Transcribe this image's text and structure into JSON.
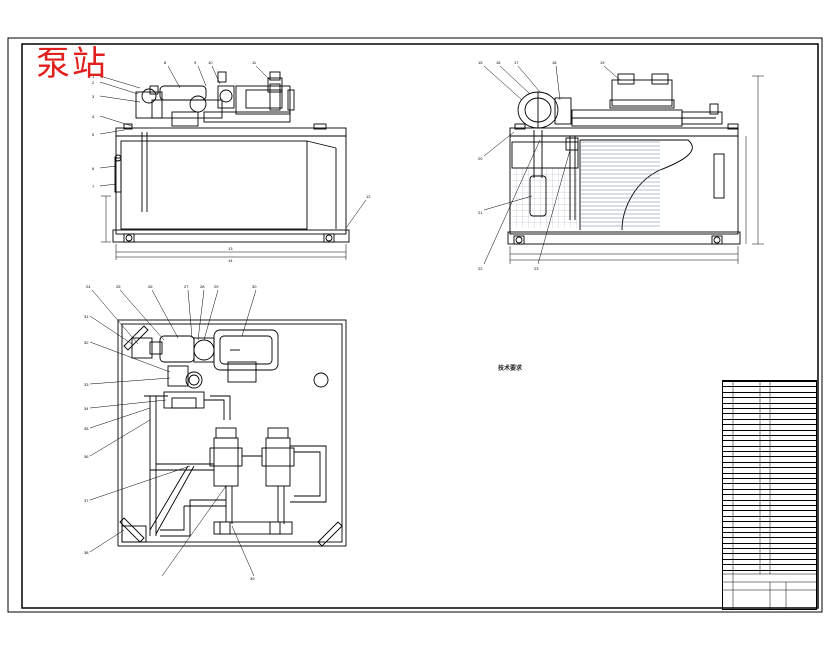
{
  "sheet": {
    "stamp_text": "泵站",
    "colors": {
      "line": "#000000",
      "stamp": "#e0201c",
      "hatch": "#6a7a9a"
    }
  },
  "balloons": {
    "front": [
      "1",
      "2",
      "3",
      "4",
      "5",
      "6",
      "7",
      "8",
      "9",
      "10",
      "11",
      "12",
      "13",
      "14"
    ],
    "side": [
      "15",
      "16",
      "17",
      "18",
      "19",
      "20",
      "21",
      "22",
      "23"
    ],
    "top": [
      "24",
      "25",
      "26",
      "27",
      "28",
      "29",
      "30",
      "31",
      "32",
      "33",
      "34",
      "35",
      "36",
      "37",
      "38",
      "39"
    ]
  },
  "notes": {
    "title": "技术要求",
    "lines": [
      "",
      "",
      "",
      "",
      ""
    ]
  },
  "title_block": {
    "rows": [
      {
        "name": "",
        "code": ""
      },
      {
        "name": "",
        "code": ""
      },
      {
        "name": "",
        "code": ""
      },
      {
        "name": "",
        "code": ""
      },
      {
        "name": "",
        "code": ""
      },
      {
        "name": "",
        "code": ""
      },
      {
        "name": "",
        "code": ""
      },
      {
        "name": "",
        "code": ""
      },
      {
        "name": "",
        "code": ""
      },
      {
        "name": "",
        "code": ""
      },
      {
        "name": "",
        "code": ""
      },
      {
        "name": "",
        "code": ""
      },
      {
        "name": "",
        "code": ""
      },
      {
        "name": "",
        "code": ""
      },
      {
        "name": "",
        "code": ""
      },
      {
        "name": "",
        "code": ""
      },
      {
        "name": "",
        "code": ""
      },
      {
        "name": "",
        "code": ""
      },
      {
        "name": "",
        "code": ""
      },
      {
        "name": "",
        "code": ""
      },
      {
        "name": "",
        "code": ""
      },
      {
        "name": "",
        "code": ""
      },
      {
        "name": "",
        "code": ""
      },
      {
        "name": "",
        "code": ""
      },
      {
        "name": "",
        "code": ""
      },
      {
        "name": "",
        "code": ""
      },
      {
        "name": "",
        "code": ""
      },
      {
        "name": "",
        "code": ""
      },
      {
        "name": "",
        "code": ""
      },
      {
        "name": "",
        "code": ""
      },
      {
        "name": "",
        "code": ""
      },
      {
        "name": "",
        "code": ""
      },
      {
        "name": "",
        "code": ""
      },
      {
        "name": "",
        "code": ""
      },
      {
        "name": "",
        "code": ""
      },
      {
        "name": "",
        "code": ""
      }
    ]
  }
}
